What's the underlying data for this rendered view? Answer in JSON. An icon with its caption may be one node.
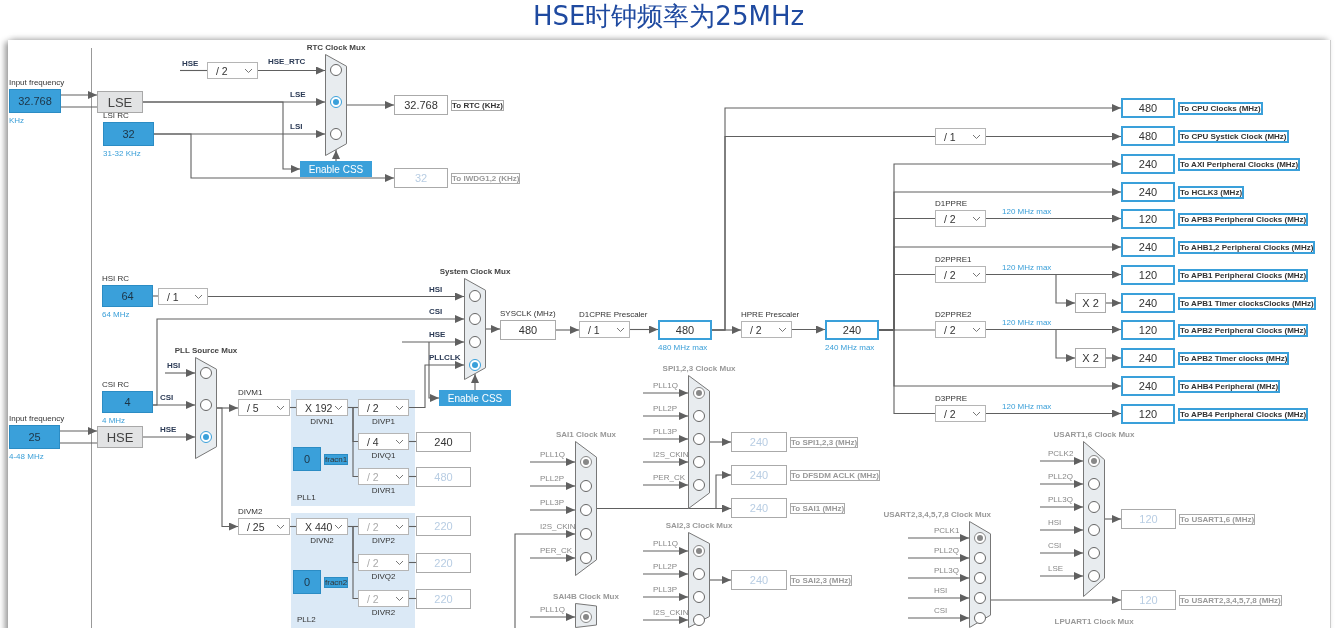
{
  "diagram": {
    "title": "HSE时钟频率为25MHz",
    "nodes": [
      {
        "text": [
          "Input frequency",
          "32.768"
        ],
        "beside": [
          "KHz"
        ]
      },
      {
        "text": [
          "LSE"
        ]
      },
      {
        "text": [
          "LSI RC",
          "32"
        ],
        "beside": [
          "31-32 KHz"
        ]
      },
      {
        "text": [
          "/ 2"
        ]
      },
      {
        "text": [
          "RTC Clock Mux"
        ]
      },
      {
        "text": [
          "32.768",
          "To RTC (KHz)"
        ]
      },
      {
        "text": [
          "Enable CSS"
        ]
      },
      {
        "text": [
          "32",
          "To IWDG1,2 (KHz)"
        ]
      },
      {
        "text": [
          "HSI RC",
          "64"
        ],
        "beside": [
          "64 MHz"
        ]
      },
      {
        "text": [
          "/ 1"
        ]
      },
      {
        "text": [
          "CSI RC",
          "4"
        ],
        "beside": [
          "4 MHz"
        ]
      },
      {
        "text": [
          "Input frequency",
          "25"
        ],
        "beside": [
          "4-48 MHz"
        ]
      },
      {
        "text": [
          "HSE"
        ]
      },
      {
        "text": [
          "PLL Source Mux"
        ]
      },
      {
        "text": [
          "System Clock Mux"
        ]
      },
      {
        "text": [
          "Enable CSS"
        ]
      },
      {
        "text": [
          "SYSCLK (MHz)",
          "480"
        ]
      },
      {
        "text": [
          "D1CPRE Prescaler",
          "/ 1"
        ]
      },
      {
        "text": [
          "480"
        ],
        "beside": [
          "480 MHz max"
        ]
      },
      {
        "text": [
          "HPRE Prescaler",
          "/ 2"
        ]
      },
      {
        "text": [
          "240"
        ],
        "beside": [
          "240 MHz max"
        ]
      },
      {
        "text": [
          "480",
          "To CPU Clocks (MHz)"
        ]
      },
      {
        "text": [
          "/ 1"
        ]
      },
      {
        "text": [
          "480",
          "To CPU Systick Clock (MHz)"
        ]
      },
      {
        "text": [
          "240",
          "To AXI Peripheral Clocks (MHz)"
        ]
      },
      {
        "text": [
          "240",
          "To HCLK3 (MHz)"
        ]
      },
      {
        "text": [
          "D1PPRE",
          "/ 2"
        ]
      },
      {
        "text": [
          "120",
          "To APB3 Peripheral Clocks (MHz)"
        ]
      },
      {
        "text": [
          "240",
          "To AHB1,2 Peripheral Clocks (MHz)"
        ]
      },
      {
        "text": [
          "D2PPRE1",
          "/ 2"
        ]
      },
      {
        "text": [
          "120",
          "To APB1 Peripheral Clocks (MHz)"
        ]
      },
      {
        "text": [
          "X 2"
        ]
      },
      {
        "text": [
          "240",
          "To APB1 Timer clocksClocks (MHz)"
        ]
      },
      {
        "text": [
          "D2PPRE2",
          "/ 2"
        ]
      },
      {
        "text": [
          "120",
          "To APB2 Peripheral Clocks (MHz)"
        ]
      },
      {
        "text": [
          "X 2"
        ]
      },
      {
        "text": [
          "240",
          "To APB2 Timer clocks (MHz)"
        ]
      },
      {
        "text": [
          "240",
          "To AHB4 Peripheral (MHz)"
        ]
      },
      {
        "text": [
          "D3PPRE",
          "/ 2"
        ]
      },
      {
        "text": [
          "120",
          "To APB4 Peripheral Clocks (MHz)"
        ]
      },
      {
        "text": [
          "PLL1"
        ]
      },
      {
        "text": [
          "DIVM1",
          "/ 5"
        ]
      },
      {
        "text": [
          "X 192",
          "DIVN1"
        ],
        "in": 40
      },
      {
        "text": [
          "0",
          "fracn1"
        ],
        "in": 40
      },
      {
        "text": [
          "/ 2",
          "DIVP1"
        ],
        "in": 40
      },
      {
        "text": [
          "/ 4",
          "DIVQ1"
        ],
        "in": 40
      },
      {
        "text": [
          "/ 2",
          "DIVR1"
        ],
        "in": 40
      },
      {
        "text": [
          "240"
        ]
      },
      {
        "text": [
          "480"
        ]
      },
      {
        "text": [
          "PLL2"
        ]
      },
      {
        "text": [
          "DIVM2",
          "/ 25"
        ]
      },
      {
        "text": [
          "X 440",
          "DIVN2"
        ],
        "in": 49
      },
      {
        "text": [
          "0",
          "fracn2"
        ],
        "in": 49
      },
      {
        "text": [
          "/ 2",
          "DIVP2"
        ],
        "in": 49
      },
      {
        "text": [
          "/ 2",
          "DIVQ2"
        ],
        "in": 49
      },
      {
        "text": [
          "/ 2",
          "DIVR2"
        ],
        "in": 49
      },
      {
        "text": [
          "220"
        ]
      },
      {
        "text": [
          "220"
        ]
      },
      {
        "text": [
          "220"
        ]
      },
      {
        "text": [
          "SPI1,2,3 Clock Mux"
        ]
      },
      {
        "text": [
          "240",
          "To SPI1,2,3 (MHz)"
        ]
      },
      {
        "text": [
          "240",
          "To DFSDM ACLK (MHz)"
        ]
      },
      {
        "text": [
          "SAI1 Clock Mux"
        ]
      },
      {
        "text": [
          "240",
          "To SAI1 (MHz)"
        ]
      },
      {
        "text": [
          "SAI2,3 Clock Mux"
        ]
      },
      {
        "text": [
          "240",
          "To SAI2,3 (MHz)"
        ]
      },
      {
        "text": [
          "SAI4B Clock Mux"
        ]
      },
      {
        "text": [
          "USART1,6 Clock Mux"
        ]
      },
      {
        "text": [
          "120",
          "To USART1,6 (MHz)"
        ]
      },
      {
        "text": [
          "USART2,3,4,5,7,8 Clock Mux"
        ]
      },
      {
        "text": [
          "120",
          "To USART2,3,4,5,7,8 (MHz)"
        ]
      },
      {
        "text": [
          "LPUART1 Clock Mux"
        ]
      }
    ],
    "edges": [
      {
        "from": 0,
        "to": 1,
        "arrow": "to"
      },
      {
        "from": 1,
        "to": 0,
        "arrow": "to"
      },
      {
        "from": 3,
        "to": 4,
        "arrow": "to",
        "label": "HSE_RTC"
      },
      {
        "from": null,
        "to": 3,
        "arrow": "none",
        "label": "HSE"
      },
      {
        "from": 1,
        "to": 4,
        "arrow": "to",
        "label": "LSE"
      },
      {
        "from": 2,
        "to": 4,
        "arrow": "to",
        "label": "LSI"
      },
      {
        "from": 4,
        "to": 5,
        "arrow": "to"
      },
      {
        "from": 6,
        "to": 4,
        "arrow": "to"
      },
      {
        "from": 1,
        "to": 6,
        "arrow": "to"
      },
      {
        "from": 2,
        "to": 7,
        "arrow": "to"
      },
      {
        "from": 8,
        "to": 9,
        "arrow": "none"
      },
      {
        "from": 9,
        "to": 14,
        "arrow": "to",
        "label": "HSI"
      },
      {
        "from": 10,
        "to": 14,
        "arrow": "to",
        "label": "CSI"
      },
      {
        "from": 10,
        "to": 13,
        "arrow": "to",
        "label": "CSI"
      },
      {
        "from": null,
        "to": 13,
        "arrow": "to",
        "label": "HSI"
      },
      {
        "from": 11,
        "to": 12,
        "arrow": "to"
      },
      {
        "from": 12,
        "to": 11,
        "arrow": "to"
      },
      {
        "from": 12,
        "to": 13,
        "arrow": "to",
        "label": "HSE"
      },
      {
        "from": null,
        "to": 14,
        "arrow": "to",
        "label": "HSE"
      },
      {
        "from": null,
        "to": 15,
        "arrow": "to"
      },
      {
        "from": 44,
        "to": 14,
        "arrow": "to",
        "label": "PLLCLK"
      },
      {
        "from": 15,
        "to": 14,
        "arrow": "to"
      },
      {
        "from": 13,
        "to": 41,
        "arrow": "to"
      },
      {
        "from": 13,
        "to": 50,
        "arrow": "to"
      },
      {
        "from": 41,
        "to": 42,
        "arrow": "none"
      },
      {
        "from": 42,
        "to": 44,
        "arrow": "none"
      },
      {
        "from": 42,
        "to": 45,
        "arrow": "none"
      },
      {
        "from": 42,
        "to": 46,
        "arrow": "none"
      },
      {
        "from": 45,
        "to": 47,
        "arrow": "none"
      },
      {
        "from": 46,
        "to": 48,
        "arrow": "none"
      },
      {
        "from": 50,
        "to": 51,
        "arrow": "none"
      },
      {
        "from": 51,
        "to": 53,
        "arrow": "none"
      },
      {
        "from": 51,
        "to": 54,
        "arrow": "none"
      },
      {
        "from": 51,
        "to": 55,
        "arrow": "none"
      },
      {
        "from": 53,
        "to": 56,
        "arrow": "none"
      },
      {
        "from": 54,
        "to": 57,
        "arrow": "none"
      },
      {
        "from": 55,
        "to": 58,
        "arrow": "none"
      },
      {
        "from": 14,
        "to": 16,
        "arrow": "to"
      },
      {
        "from": 16,
        "to": 17,
        "arrow": "to"
      },
      {
        "from": 17,
        "to": 18,
        "arrow": "to"
      },
      {
        "from": 18,
        "to": 19,
        "arrow": "to"
      },
      {
        "from": 18,
        "to": 21,
        "arrow": "to"
      },
      {
        "from": 18,
        "to": 22,
        "arrow": "none"
      },
      {
        "from": 22,
        "to": 23,
        "arrow": "to"
      },
      {
        "from": 19,
        "to": 20,
        "arrow": "to"
      },
      {
        "from": 20,
        "to": 24,
        "arrow": "to"
      },
      {
        "from": 20,
        "to": 25,
        "arrow": "to"
      },
      {
        "from": 20,
        "to": 26,
        "arrow": "none"
      },
      {
        "from": 26,
        "to": 27,
        "arrow": "to",
        "label": "120 MHz max"
      },
      {
        "from": 20,
        "to": 28,
        "arrow": "to"
      },
      {
        "from": 20,
        "to": 29,
        "arrow": "none"
      },
      {
        "from": 29,
        "to": 30,
        "arrow": "to",
        "label": "120 MHz max"
      },
      {
        "from": 29,
        "to": 31,
        "arrow": "to"
      },
      {
        "from": 31,
        "to": 32,
        "arrow": "to"
      },
      {
        "from": 20,
        "to": 33,
        "arrow": "none"
      },
      {
        "from": 33,
        "to": 34,
        "arrow": "to",
        "label": "120 MHz max"
      },
      {
        "from": 33,
        "to": 35,
        "arrow": "to"
      },
      {
        "from": 35,
        "to": 36,
        "arrow": "to"
      },
      {
        "from": 20,
        "to": 37,
        "arrow": "to"
      },
      {
        "from": 20,
        "to": 38,
        "arrow": "none"
      },
      {
        "from": 38,
        "to": 39,
        "arrow": "to",
        "label": "120 MHz max"
      },
      {
        "from": null,
        "to": 59,
        "arrow": "to",
        "label": "PLL1Q"
      },
      {
        "from": null,
        "to": 59,
        "arrow": "to",
        "label": "PLL2P"
      },
      {
        "from": null,
        "to": 59,
        "arrow": "to",
        "label": "PLL3P"
      },
      {
        "from": null,
        "to": 59,
        "arrow": "to",
        "label": "I2S_CKIN"
      },
      {
        "from": null,
        "to": 59,
        "arrow": "to",
        "label": "PER_CK"
      },
      {
        "from": 59,
        "to": 60,
        "arrow": "to"
      },
      {
        "from": null,
        "to": 62,
        "arrow": "to",
        "label": "PLL1Q"
      },
      {
        "from": null,
        "to": 62,
        "arrow": "to",
        "label": "PLL2P"
      },
      {
        "from": null,
        "to": 62,
        "arrow": "to",
        "label": "PLL3P"
      },
      {
        "from": null,
        "to": 62,
        "arrow": "to",
        "label": "I2S_CKIN"
      },
      {
        "from": null,
        "to": 62,
        "arrow": "to",
        "label": "PER_CK"
      },
      {
        "from": 62,
        "to": 63,
        "arrow": "to"
      },
      {
        "from": 62,
        "to": 61,
        "arrow": "to"
      },
      {
        "from": null,
        "to": 64,
        "arrow": "to",
        "label": "PLL1Q"
      },
      {
        "from": null,
        "to": 64,
        "arrow": "to",
        "label": "PLL2P"
      },
      {
        "from": null,
        "to": 64,
        "arrow": "to",
        "label": "PLL3P"
      },
      {
        "from": null,
        "to": 64,
        "arrow": "to",
        "label": "I2S_CKIN"
      },
      {
        "from": 64,
        "to": 65,
        "arrow": "to"
      },
      {
        "from": null,
        "to": 66,
        "arrow": "to",
        "label": "PLL1Q"
      },
      {
        "from": null,
        "to": 67,
        "arrow": "to",
        "label": "PCLK2"
      },
      {
        "from": null,
        "to": 67,
        "arrow": "to",
        "label": "PLL2Q"
      },
      {
        "from": null,
        "to": 67,
        "arrow": "to",
        "label": "PLL3Q"
      },
      {
        "from": null,
        "to": 67,
        "arrow": "to",
        "label": "HSI"
      },
      {
        "from": null,
        "to": 67,
        "arrow": "to",
        "label": "CSI"
      },
      {
        "from": null,
        "to": 67,
        "arrow": "to",
        "label": "LSE"
      },
      {
        "from": 67,
        "to": 68,
        "arrow": "to"
      },
      {
        "from": null,
        "to": 69,
        "arrow": "to",
        "label": "PCLK1"
      },
      {
        "from": null,
        "to": 69,
        "arrow": "to",
        "label": "PLL2Q"
      },
      {
        "from": null,
        "to": 69,
        "arrow": "to",
        "label": "PLL3Q"
      },
      {
        "from": null,
        "to": 69,
        "arrow": "to",
        "label": "HSI"
      },
      {
        "from": null,
        "to": 69,
        "arrow": "to",
        "label": "CSI"
      },
      {
        "from": 69,
        "to": 70,
        "arrow": "to"
      }
    ]
  }
}
